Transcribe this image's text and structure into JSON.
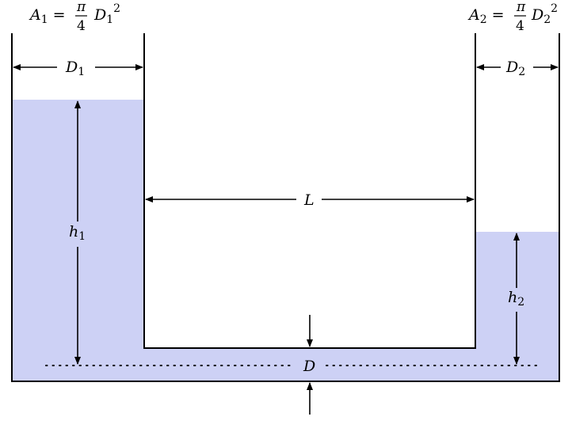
{
  "colors": {
    "water": "#cdd1f5",
    "stroke": "#000000",
    "background": "#ffffff"
  },
  "tank_left": {
    "area_formula": {
      "var": "A",
      "sub": "1",
      "eq": "=",
      "pi": "π",
      "denom": "4",
      "dvar": "D",
      "dsub": "1",
      "exp": "2"
    },
    "diameter": {
      "var": "D",
      "sub": "1"
    },
    "height": {
      "var": "h",
      "sub": "1"
    }
  },
  "tank_right": {
    "area_formula": {
      "var": "A",
      "sub": "2",
      "eq": "=",
      "pi": "π",
      "denom": "4",
      "dvar": "D",
      "dsub": "2",
      "exp": "2"
    },
    "diameter": {
      "var": "D",
      "sub": "2"
    },
    "height": {
      "var": "h",
      "sub": "2"
    }
  },
  "pipe": {
    "length": "L",
    "diameter": "D"
  }
}
